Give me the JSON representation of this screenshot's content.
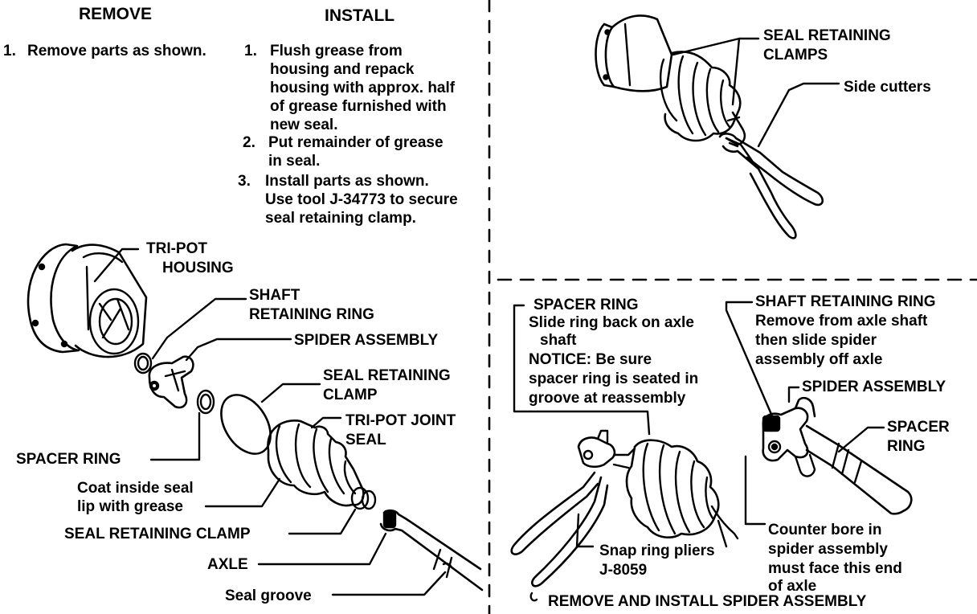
{
  "headings": {
    "remove": "REMOVE",
    "install": "INSTALL"
  },
  "remove_steps": [
    {
      "num": "1.",
      "text": "Remove parts as shown."
    }
  ],
  "install_steps": [
    {
      "num": "1.",
      "lines": [
        "Flush grease from",
        "housing and repack",
        "housing with approx. half",
        "of grease furnished with",
        "new seal."
      ]
    },
    {
      "num": "2.",
      "lines": [
        "Put remainder of grease",
        "in seal."
      ]
    },
    {
      "num": "3.",
      "lines": [
        "Install parts as shown.",
        "Use tool J-34773 to secure",
        "seal retaining clamp."
      ]
    }
  ],
  "left_labels": {
    "tripot_housing": [
      "TRI-POT",
      "HOUSING"
    ],
    "shaft_retaining_ring": [
      "SHAFT",
      "RETAINING RING"
    ],
    "spider_assembly": "SPIDER ASSEMBLY",
    "seal_retaining_clamp": [
      "SEAL RETAINING",
      "CLAMP"
    ],
    "tripot_joint_seal": [
      "TRI-POT JOINT",
      "SEAL"
    ],
    "spacer_ring": "SPACER RING",
    "coat_inside": [
      "Coat inside seal",
      "lip with grease"
    ],
    "seal_retaining_clamp_2": "SEAL RETAINING CLAMP",
    "axle": "AXLE",
    "seal_groove": "Seal groove"
  },
  "top_right_labels": {
    "seal_retaining_clamps": [
      "SEAL RETAINING",
      "CLAMPS"
    ],
    "side_cutters": "Side cutters"
  },
  "bottom_right_labels": {
    "spacer_ring": [
      "SPACER RING",
      "Slide ring back on axle",
      "shaft",
      "NOTICE:  Be sure",
      "spacer ring is seated in",
      "groove at reassembly"
    ],
    "shaft_retaining_ring": [
      "SHAFT RETAINING RING",
      "Remove from axle shaft",
      "then slide spider",
      "assembly off axle"
    ],
    "spider_assembly": "SPIDER ASSEMBLY",
    "spacer_ring_2": [
      "SPACER",
      "RING"
    ],
    "snap_ring_pliers": [
      "Snap ring pliers",
      "J-8059"
    ],
    "counter_bore": [
      "Counter bore in",
      "spider assembly",
      "must face this end",
      "of axle"
    ],
    "caption": "REMOVE AND INSTALL SPIDER ASSEMBLY"
  }
}
